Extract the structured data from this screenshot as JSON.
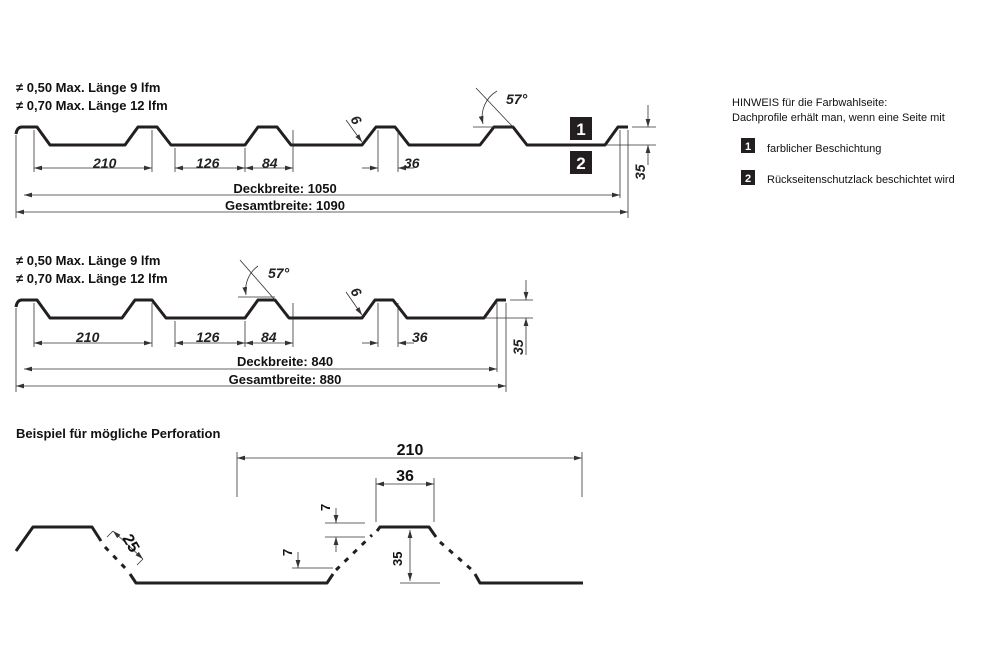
{
  "profile_1": {
    "note_1": "≠ 0,50 Max. Länge 9 lfm",
    "note_2": "≠ 0,70 Max. Länge 12 lfm",
    "dim_210": "210",
    "dim_126": "126",
    "dim_84": "84",
    "dim_36": "36",
    "dim_6": "6",
    "angle": "57°",
    "height": "35",
    "cover_width": "Deckbreite: 1050",
    "total_width": "Gesamtbreite: 1090",
    "marker_1": "1",
    "marker_2": "2"
  },
  "profile_2": {
    "note_1": "≠ 0,50 Max. Länge 9 lfm",
    "note_2": "≠ 0,70 Max. Länge 12 lfm",
    "dim_210": "210",
    "dim_126": "126",
    "dim_84": "84",
    "dim_36": "36",
    "dim_6": "6",
    "angle": "57°",
    "height": "35",
    "cover_width": "Deckbreite: 840",
    "total_width": "Gesamtbreite: 880"
  },
  "perforation": {
    "title": "Beispiel für mögliche Perforation",
    "dim_210": "210",
    "dim_36": "36",
    "dim_35": "35",
    "dim_25": "25",
    "dim_7a": "7",
    "dim_7b": "7"
  },
  "hint": {
    "line_1": "HINWEIS für die Farbwahlseite:",
    "line_2": "Dachprofile erhält man, wenn eine Seite mit",
    "item_1_num": "1",
    "item_1": "farblicher Beschichtung",
    "item_2_num": "2",
    "item_2": "Rückseitenschutzlack beschichtet wird"
  }
}
